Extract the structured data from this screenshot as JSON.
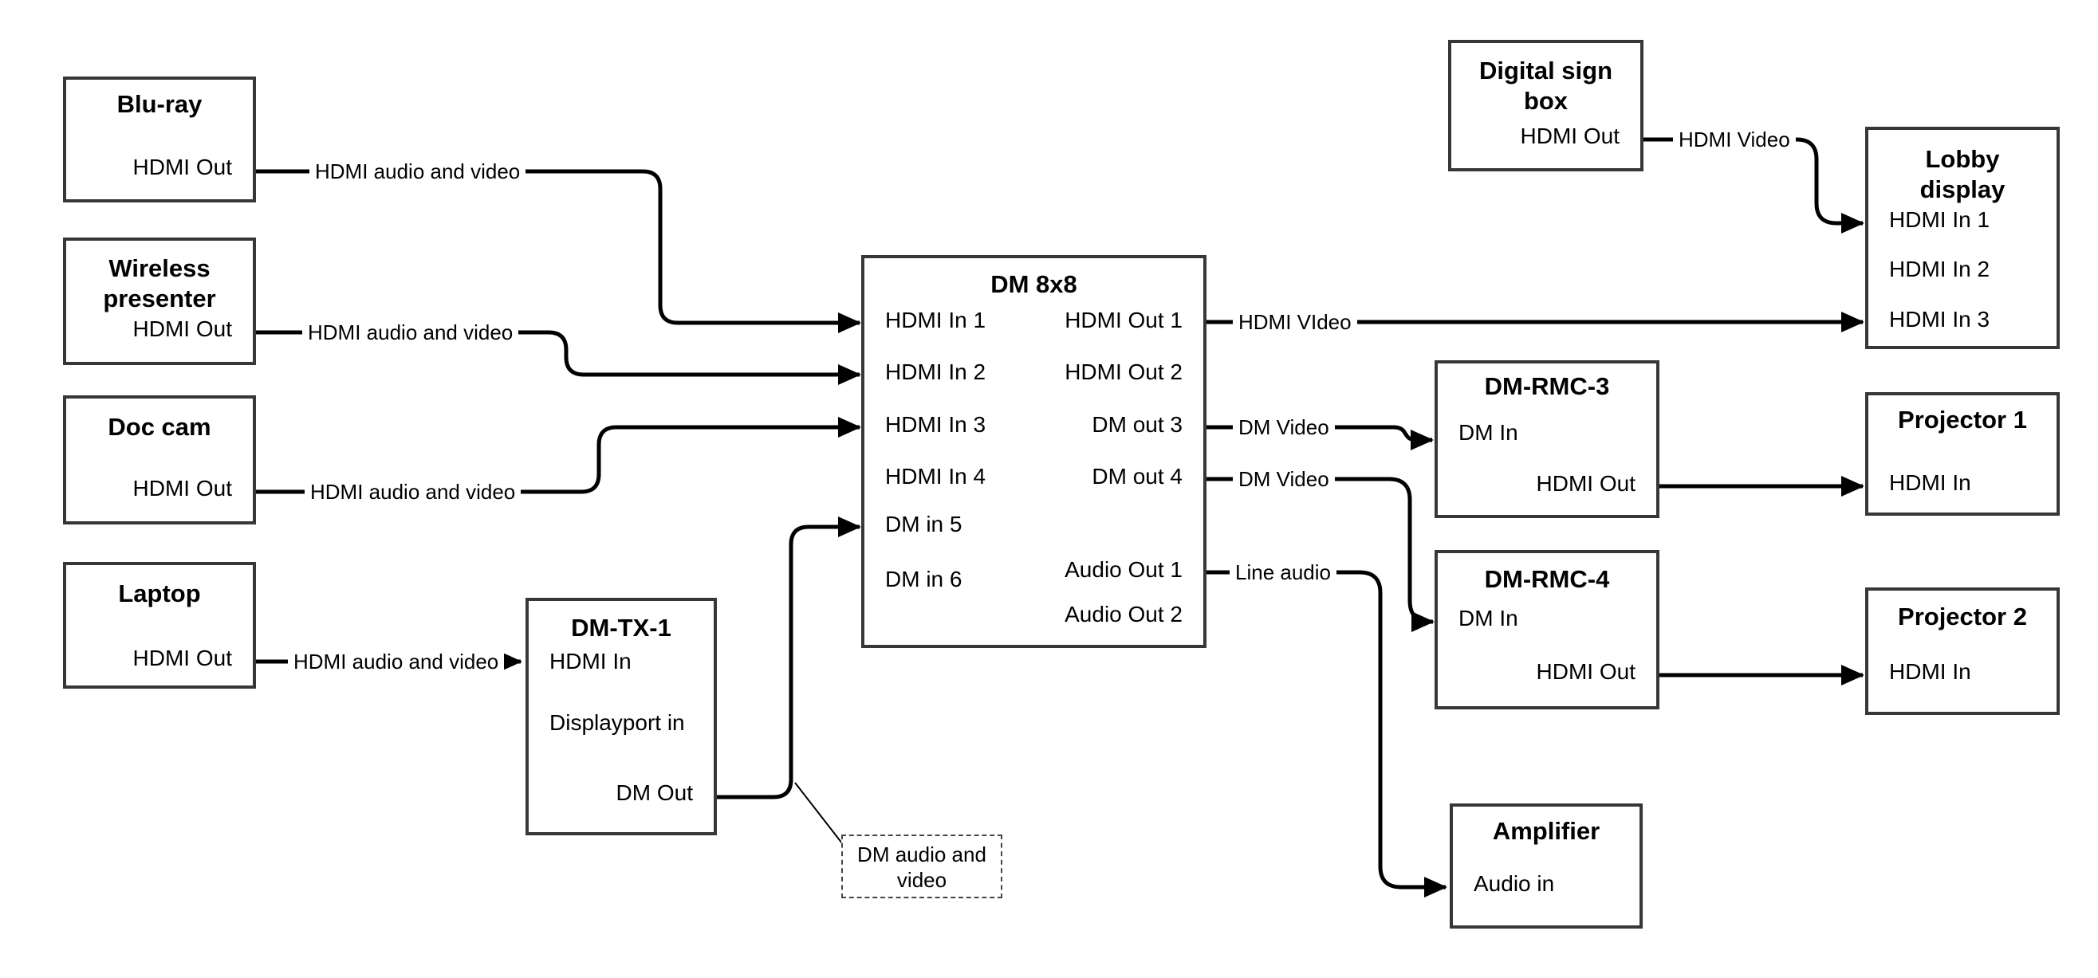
{
  "boxes": {
    "bluray": {
      "title": "Blu-ray",
      "ports": {
        "hdmi_out": "HDMI Out"
      }
    },
    "wireless": {
      "title": "Wireless presenter",
      "ports": {
        "hdmi_out": "HDMI Out"
      }
    },
    "doccam": {
      "title": "Doc cam",
      "ports": {
        "hdmi_out": "HDMI Out"
      }
    },
    "laptop": {
      "title": "Laptop",
      "ports": {
        "hdmi_out": "HDMI Out"
      }
    },
    "dmtx1": {
      "title": "DM-TX-1",
      "ports": {
        "hdmi_in": "HDMI In",
        "displayport_in": "Displayport in",
        "dm_out": "DM Out"
      }
    },
    "dm8x8": {
      "title": "DM 8x8",
      "inputs": [
        "HDMI In 1",
        "HDMI In 2",
        "HDMI In 3",
        "HDMI In 4",
        "DM in 5",
        "DM in 6"
      ],
      "outputs": [
        "HDMI Out 1",
        "HDMI Out 2",
        "DM out 3",
        "DM out 4",
        "Audio Out 1",
        "Audio Out 2"
      ]
    },
    "digisign": {
      "title": "Digital sign box",
      "ports": {
        "hdmi_out": "HDMI Out"
      }
    },
    "lobby": {
      "title": "Lobby display",
      "inputs": [
        "HDMI In 1",
        "HDMI In 2",
        "HDMI In 3"
      ]
    },
    "dmrmc3": {
      "title": "DM-RMC-3",
      "ports": {
        "dm_in": "DM In",
        "hdmi_out": "HDMI Out"
      }
    },
    "proj1": {
      "title": "Projector 1",
      "ports": {
        "hdmi_in": "HDMI In"
      }
    },
    "dmrmc4": {
      "title": "DM-RMC-4",
      "ports": {
        "dm_in": "DM In",
        "hdmi_out": "HDMI Out"
      }
    },
    "proj2": {
      "title": "Projector 2",
      "ports": {
        "hdmi_in": "HDMI In"
      }
    },
    "amp": {
      "title": "Amplifier",
      "ports": {
        "audio_in": "Audio in"
      }
    }
  },
  "links": {
    "bluray_to_dm8x8": "HDMI audio and video",
    "wireless_to_dm8x8": "HDMI audio and video",
    "doccam_to_dm8x8": "HDMI audio and video",
    "laptop_to_dmtx1": "HDMI audio and video",
    "dm8x8_to_lobby": "HDMI VIdeo",
    "dm8x8_to_dmrmc3": "DM Video",
    "dm8x8_to_dmrmc4": "DM Video",
    "dm8x8_to_amp": "Line audio",
    "digisign_to_lobby": "HDMI Video",
    "dmtx1_note": "DM audio and video"
  },
  "colors": {
    "line": "#000000",
    "box_border": "#373737",
    "background": "#ffffff"
  }
}
